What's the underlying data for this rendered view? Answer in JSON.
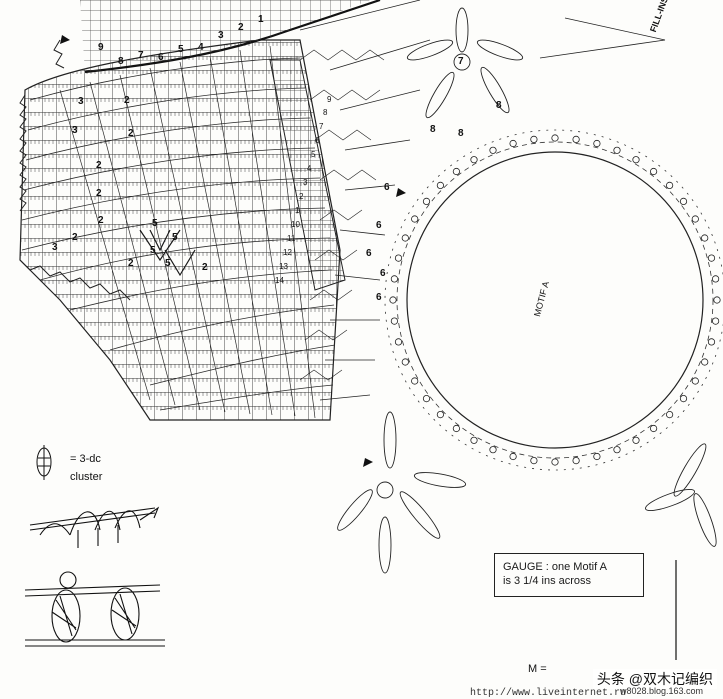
{
  "labels": {
    "fill_in": "FILL-INS",
    "motif_a": "MOTIF A",
    "legend_cluster_1": "= 3-dc",
    "legend_cluster_2": "cluster",
    "gauge_line1": "GAUGE : one Motif A",
    "gauge_line2": "is 3 1/4 ins across",
    "m_label": "M =",
    "watermark": "头条 @双木记编织",
    "watermark_url": "http://www.liveinternet.ru",
    "watermark_blog": "w8028.blog.163.com"
  },
  "row_numbers": {
    "left_column": [
      "3",
      "3",
      "2",
      "2",
      "2",
      "2",
      "3"
    ],
    "mid_column": [
      "2",
      "2",
      "5",
      "5",
      "5",
      "5",
      "2",
      "2"
    ],
    "diagonal": [
      "9",
      "8",
      "7",
      "6",
      "5",
      "4",
      "3",
      "2",
      "1",
      "10",
      "11",
      "12",
      "13",
      "14"
    ],
    "top": [
      "9",
      "8",
      "7",
      "6",
      "5",
      "4",
      "3",
      "2",
      "1"
    ],
    "motif_petals": [
      "7",
      "8",
      "8",
      "8",
      "6",
      "6",
      "6",
      "6",
      "6"
    ]
  },
  "colors": {
    "ink": "#1f1f1f",
    "paper": "#fdfdfb"
  }
}
